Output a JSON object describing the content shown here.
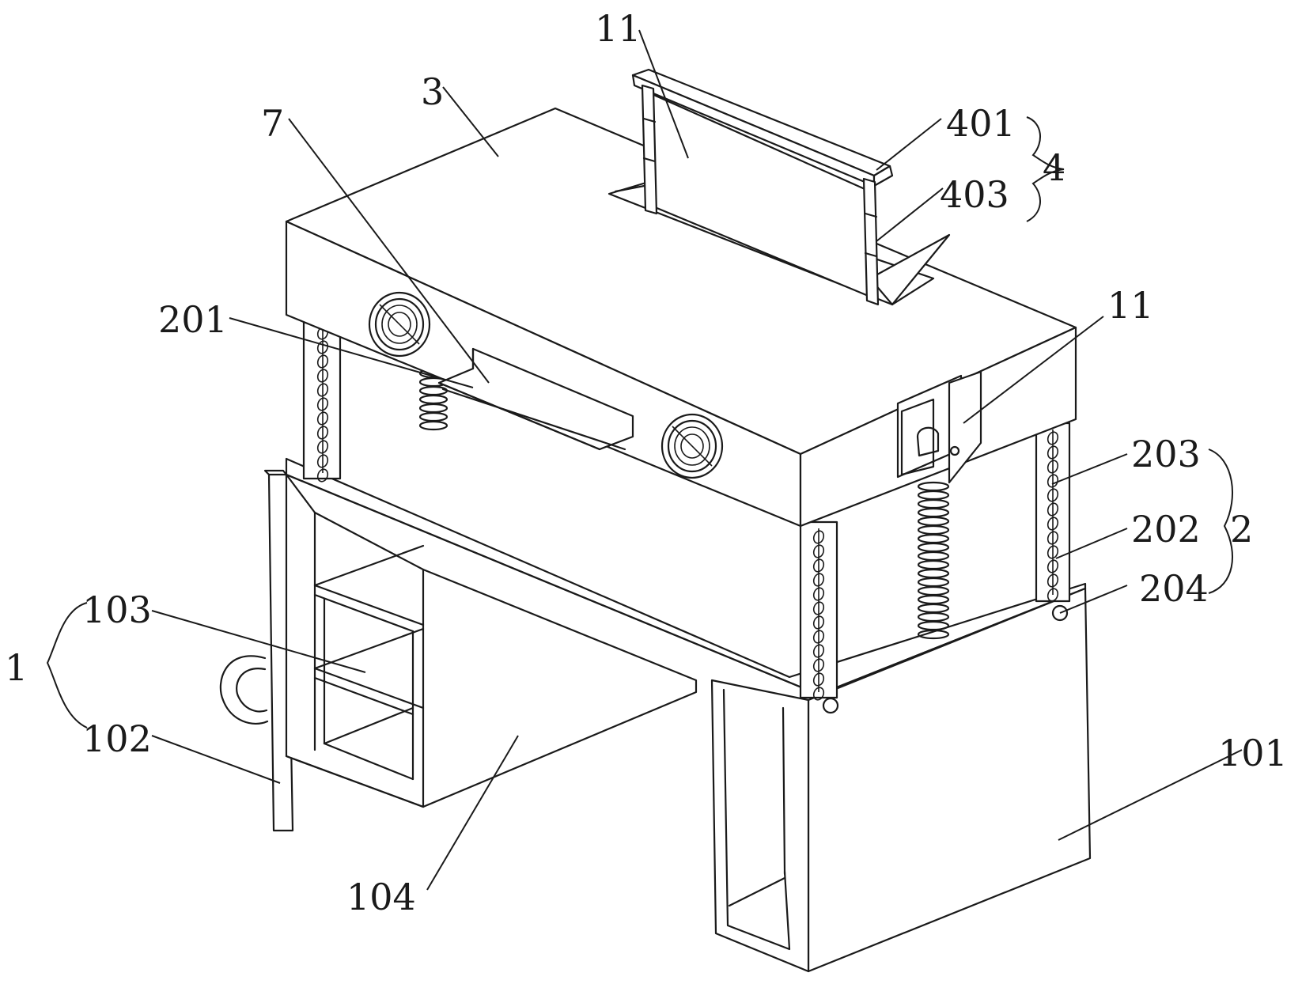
{
  "figure": {
    "background_color": "#ffffff",
    "line_color": "#1a1a1a",
    "labels": {
      "l_11_top": "11",
      "l_3": "3",
      "l_7": "7",
      "l_401": "401",
      "l_4": "4",
      "l_403": "403",
      "l_201": "201",
      "l_11_right": "11",
      "l_203": "203",
      "l_2": "2",
      "l_202": "202",
      "l_204": "204",
      "l_1": "1",
      "l_103": "103",
      "l_102": "102",
      "l_101": "101",
      "l_104": "104"
    }
  }
}
